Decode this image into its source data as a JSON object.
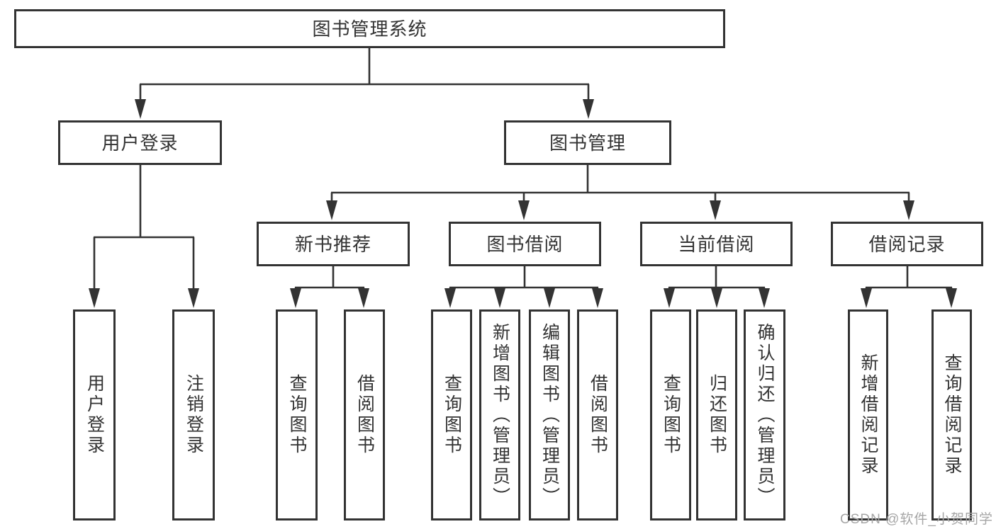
{
  "diagram": {
    "title": "图书管理系统",
    "colors": {
      "line": "#333333",
      "box_border": "#333333",
      "text": "#333333",
      "background": "#ffffff",
      "watermark": "#a6a6a6"
    },
    "nodes": {
      "root": {
        "label": "图书管理系统"
      },
      "user_login": {
        "label": "用户登录"
      },
      "book_management": {
        "label": "图书管理"
      },
      "new_book_recommend": {
        "label": "新书推荐"
      },
      "book_borrowing": {
        "label": "图书借阅"
      },
      "current_borrowing": {
        "label": "当前借阅"
      },
      "borrowing_records": {
        "label": "借阅记录"
      },
      "leaf_user_login": {
        "label": "用户登录"
      },
      "leaf_logout": {
        "label": "注销登录"
      },
      "leaf_query_books_1": {
        "label": "查询图书"
      },
      "leaf_borrow_books_1": {
        "label": "借阅图书"
      },
      "leaf_query_books_2": {
        "label": "查询图书"
      },
      "leaf_add_books_admin": {
        "label": "新增图书（管理员）"
      },
      "leaf_edit_books_admin": {
        "label": "编辑图书（管理员）"
      },
      "leaf_borrow_books_2": {
        "label": "借阅图书"
      },
      "leaf_query_books_3": {
        "label": "查询图书"
      },
      "leaf_return_books": {
        "label": "归还图书"
      },
      "leaf_confirm_return_admin": {
        "label": "确认归还（管理员）"
      },
      "leaf_add_borrow_record": {
        "label": "新增借阅记录"
      },
      "leaf_query_borrow_record": {
        "label": "查询借阅记录"
      }
    },
    "edges": {
      "root": [
        "user_login",
        "book_management"
      ],
      "user_login": [
        "leaf_user_login",
        "leaf_logout"
      ],
      "book_management": [
        "new_book_recommend",
        "book_borrowing",
        "current_borrowing",
        "borrowing_records"
      ],
      "new_book_recommend": [
        "leaf_query_books_1",
        "leaf_borrow_books_1"
      ],
      "book_borrowing": [
        "leaf_query_books_2",
        "leaf_add_books_admin",
        "leaf_edit_books_admin",
        "leaf_borrow_books_2"
      ],
      "current_borrowing": [
        "leaf_query_books_3",
        "leaf_return_books",
        "leaf_confirm_return_admin"
      ],
      "borrowing_records": [
        "leaf_add_borrow_record",
        "leaf_query_borrow_record"
      ]
    }
  },
  "watermark": {
    "text": "CSDN @软件_小贺同学"
  }
}
